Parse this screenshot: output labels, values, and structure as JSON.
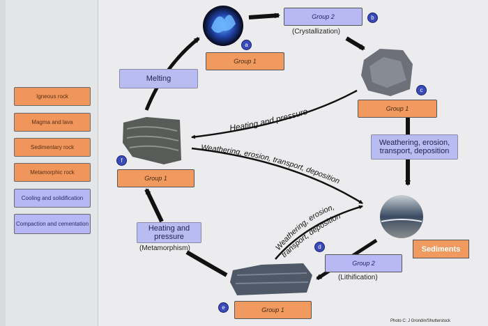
{
  "answer_bank": [
    {
      "label": "Igneous rock",
      "color": "orange"
    },
    {
      "label": "Magma and lava",
      "color": "orange"
    },
    {
      "label": "Sedimentary rock",
      "color": "orange"
    },
    {
      "label": "Metamorphic rock",
      "color": "orange"
    },
    {
      "label": "Cooling and solidification",
      "color": "purple"
    },
    {
      "label": "Compaction and cementation",
      "color": "purple"
    }
  ],
  "drop_zones": {
    "top_group2": "Group 2",
    "top_group1": "Group 1",
    "right_group1": "Group 1",
    "left_group1": "Group 1",
    "bottom_group2": "Group 2",
    "bottom_group1": "Group 1"
  },
  "labels": {
    "melting": "Melting",
    "crystallization": "(Crystallization)",
    "weathering_right": "Weathering, erosion, transport, deposition",
    "heating_pressure_left_line1": "Heating and",
    "heating_pressure_left_line2": "pressure",
    "metamorphism": "(Metamorphism)",
    "lithification": "(Lithification)",
    "sediments": "Sediments",
    "curved_heating": "Heating and pressure",
    "curved_weathering": "Weathering, erosion, transport, deposition",
    "diag_line1": "Weathering, erosion,",
    "diag_line2": "transport, deposition"
  },
  "badges": {
    "a": "a",
    "b": "b",
    "c": "c",
    "d": "d",
    "e": "e",
    "f": "f"
  },
  "credit": "Photo C: J Grondin/Shutterstock",
  "colors": {
    "orange": "#f09a60",
    "purple": "#b8b9f4",
    "badge": "#3a4ab8",
    "arrow": "#111111"
  }
}
